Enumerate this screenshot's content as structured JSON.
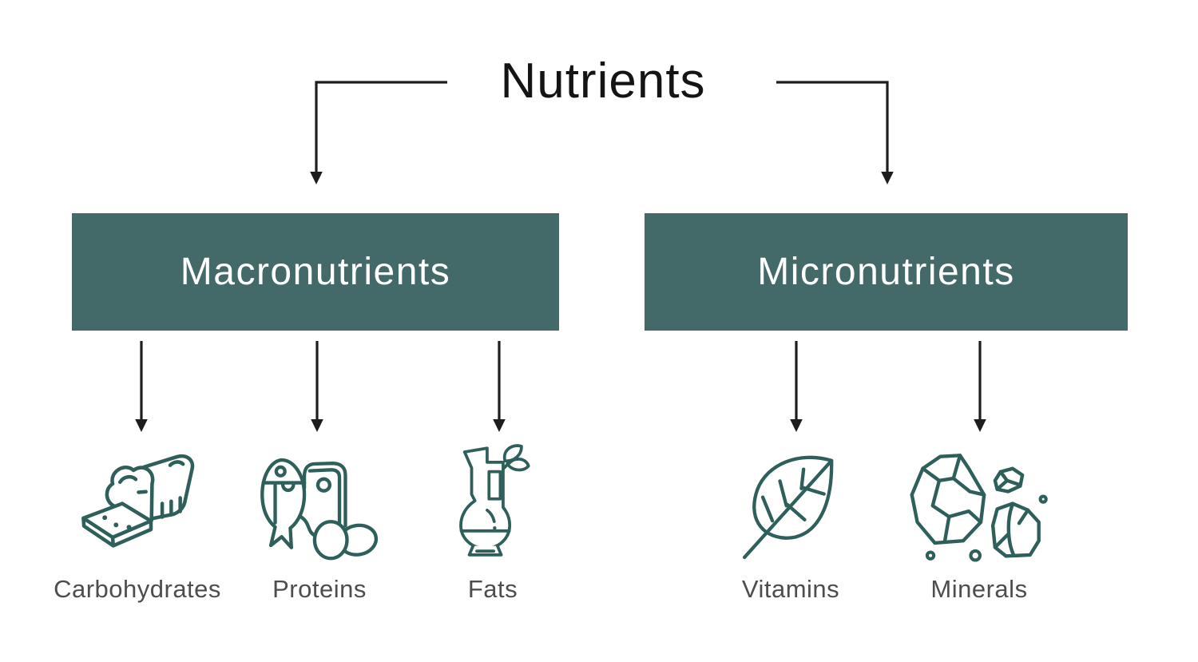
{
  "diagram": {
    "root": {
      "label": "Nutrients"
    },
    "branches": [
      {
        "label": "Macronutrients",
        "children": [
          {
            "label": "Carbohydrates",
            "icon": "bread-loaf-icon"
          },
          {
            "label": "Proteins",
            "icon": "fish-and-meat-icon"
          },
          {
            "label": "Fats",
            "icon": "oil-pitcher-icon"
          }
        ]
      },
      {
        "label": "Micronutrients",
        "children": [
          {
            "label": "Vitamins",
            "icon": "leaf-icon"
          },
          {
            "label": "Minerals",
            "icon": "mineral-rocks-icon"
          }
        ]
      }
    ],
    "colors": {
      "page_bg": "#ffffff",
      "box_bg": "#436a68",
      "box_text": "#ffffff",
      "icon_stroke": "#2f5f5a",
      "label_text": "#4d4d4d",
      "line_color": "#1d1d1d"
    }
  }
}
